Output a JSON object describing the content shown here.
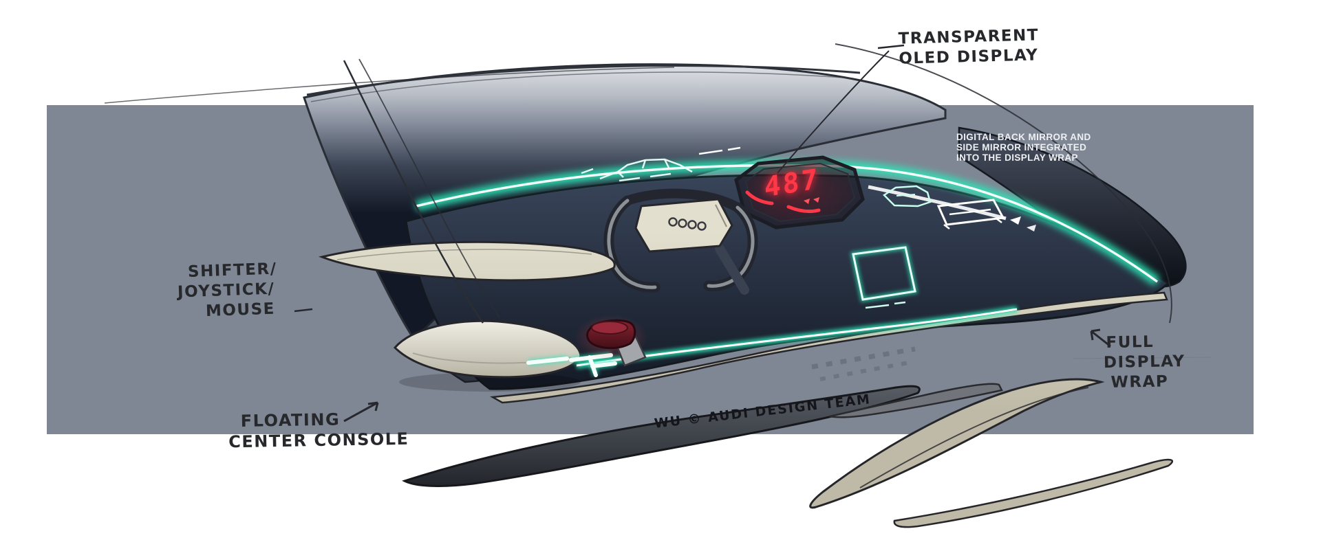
{
  "annotations": {
    "transparent_oled": {
      "line1": "TRANSPARENT",
      "line2": "OLED DISPLAY"
    },
    "digital_mirror_note": {
      "line1": "DIGITAL BACK MIRROR AND",
      "line2": "SIDE MIRROR INTEGRATED",
      "line3": "INTO THE DISPLAY WRAP"
    },
    "shifter_label": {
      "line1": "SHIFTER/",
      "line2": "JOYSTICK/",
      "line3": "MOUSE"
    },
    "floating_console_label": {
      "line1": "FLOATING",
      "line2": "CENTER CONSOLE"
    },
    "full_display_wrap_label": {
      "line1": "FULL",
      "line2": "DISPLAY",
      "line3": "WRAP"
    }
  },
  "hud_display": {
    "value": "487"
  },
  "signature": {
    "text": "WU © AUDI DESIGN TEAM"
  },
  "icons": [
    "car-silhouette-icon",
    "car-rear-view-icon",
    "audi-rings-icon",
    "arrow-icon"
  ],
  "colors": {
    "canvas_bg": "#FFFFFF",
    "panel_gray": "#7F8795",
    "cockpit_navy": "#1C2432",
    "glow_teal": "#35EEC0",
    "hud_red": "#FF3847",
    "trim_beige": "#D9D6C4",
    "ink": "#26282B",
    "note_text": "#EEF0F3"
  }
}
